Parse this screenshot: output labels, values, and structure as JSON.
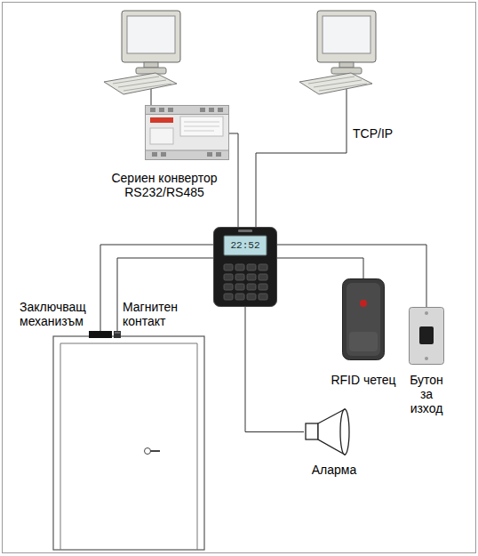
{
  "diagram": {
    "nodes": [
      {
        "text": [
          "Сериен конвертор RS232/RS485"
        ]
      },
      {
        "text": [
          "22:52"
        ]
      },
      {
        "text": [
          "Заключващ механизъм"
        ]
      },
      {
        "text": [
          "Магнитен контакт"
        ]
      },
      {
        "text": [
          "RFID четец"
        ]
      },
      {
        "text": [
          "Бутон за изход"
        ]
      },
      {
        "text": [
          "Аларма"
        ]
      }
    ],
    "edges": [
      {
        "from": 0,
        "to": 1,
        "arrow": "none"
      },
      {
        "from": 1,
        "to": 2,
        "arrow": "none"
      },
      {
        "from": 1,
        "to": 3,
        "arrow": "none"
      },
      {
        "from": 1,
        "to": 4,
        "arrow": "none"
      },
      {
        "from": 1,
        "to": 5,
        "arrow": "none"
      },
      {
        "from": 1,
        "to": 6,
        "arrow": "none"
      }
    ],
    "labels": [
      "TCP/IP"
    ]
  }
}
